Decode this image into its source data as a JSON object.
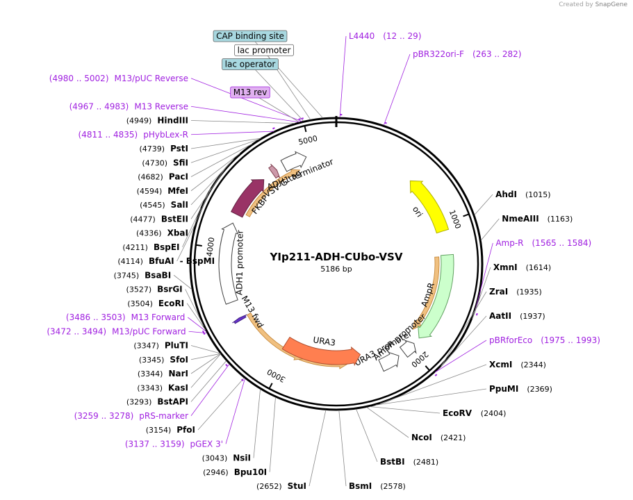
{
  "credit": {
    "created_by": "Created by",
    "brand": "SnapGene"
  },
  "plasmid": {
    "name": "YIp211-ADH-CUbo-VSV",
    "length_label": "5186 bp",
    "length": 5186
  },
  "ticks": [
    {
      "label": "1000",
      "pos": 1000
    },
    {
      "label": "2000",
      "pos": 2000
    },
    {
      "label": "3000",
      "pos": 3000
    },
    {
      "label": "4000",
      "pos": 4000
    },
    {
      "label": "5000",
      "pos": 5000
    }
  ],
  "features": [
    {
      "name": "ori",
      "start": 600,
      "end": 1050,
      "color": "#ffff00",
      "stroke": "#b0b000",
      "ring": "inner",
      "dir": "ccw"
    },
    {
      "name": "AmpR",
      "start": 1230,
      "end": 1900,
      "color": "#ccffcc",
      "stroke": "#60a060",
      "ring": "inner",
      "dir": "cw"
    },
    {
      "name": "AmpR promoter",
      "start": 1955,
      "end": 2055,
      "color": "#ffffff",
      "stroke": "#404040",
      "ring": "inner",
      "dir": "ccw"
    },
    {
      "name": "URA3 promoter",
      "start": 2100,
      "end": 2250,
      "color": "#ffffff",
      "stroke": "#404040",
      "ring": "inner",
      "dir": "ccw"
    },
    {
      "name": "URA3",
      "start": 2380,
      "end": 3060,
      "color": "#ff7f50",
      "stroke": "#b05030",
      "ring": "mid",
      "dir": "ccw"
    },
    {
      "name": "ADH1 promoter",
      "start": 3600,
      "end": 4200,
      "color": "#ffffff",
      "stroke": "#404040",
      "ring": "inner",
      "dir": "cw"
    },
    {
      "name": "FKBP",
      "start": 4270,
      "end": 4600,
      "color": "#993366",
      "stroke": "#602040",
      "ring": "inner",
      "dir": "cw"
    },
    {
      "name": "VSV-G tag",
      "start": 4680,
      "end": 4720,
      "color": "#cc99aa",
      "stroke": "#804050",
      "ring": "inner",
      "dir": "cw"
    },
    {
      "name": "ADH1 terminator",
      "start": 4780,
      "end": 4960,
      "color": "#ffffff",
      "stroke": "#404040",
      "ring": "inner",
      "dir": "cw"
    },
    {
      "name": "M13 fwd",
      "start": 3450,
      "end": 3470,
      "color": "#6633cc",
      "stroke": "#402080",
      "ring": "inner",
      "dir": "cw"
    }
  ],
  "orfs": [
    {
      "start": 1240,
      "end": 1880,
      "dir": "cw"
    },
    {
      "start": 2500,
      "end": 2900,
      "dir": "ccw"
    },
    {
      "start": 2870,
      "end": 3460,
      "dir": "ccw"
    },
    {
      "start": 4300,
      "end": 4880,
      "dir": "cw"
    }
  ],
  "sites": [
    {
      "name": "AhdI",
      "pos": "(1015)",
      "kind": "enzyme",
      "side": "right",
      "bp": 1015
    },
    {
      "name": "NmeAIII",
      "pos": "(1163)",
      "kind": "enzyme",
      "side": "right",
      "bp": 1163
    },
    {
      "name": "Amp-R",
      "pos": "(1565 .. 1584)",
      "kind": "primer",
      "side": "right",
      "bp": 1575
    },
    {
      "name": "XmnI",
      "pos": "(1614)",
      "kind": "enzyme",
      "side": "right",
      "bp": 1614
    },
    {
      "name": "ZraI",
      "pos": "(1935)",
      "kind": "enzyme",
      "side": "right",
      "bp": 1935
    },
    {
      "name": "AatII",
      "pos": "(1937)",
      "kind": "enzyme",
      "side": "right",
      "bp": 1937
    },
    {
      "name": "pBRforEco",
      "pos": "(1975 .. 1993)",
      "kind": "primer",
      "side": "right",
      "bp": 1984
    },
    {
      "name": "XcmI",
      "pos": "(2344)",
      "kind": "enzyme",
      "side": "right",
      "bp": 2344
    },
    {
      "name": "PpuMI",
      "pos": "(2369)",
      "kind": "enzyme",
      "side": "right",
      "bp": 2369
    },
    {
      "name": "EcoRV",
      "pos": "(2404)",
      "kind": "enzyme",
      "side": "right",
      "bp": 2404
    },
    {
      "name": "NcoI",
      "pos": "(2421)",
      "kind": "enzyme",
      "side": "right",
      "bp": 2421
    },
    {
      "name": "BstBI",
      "pos": "(2481)",
      "kind": "enzyme",
      "side": "right",
      "bp": 2481
    },
    {
      "name": "BsmI",
      "pos": "(2578)",
      "kind": "enzyme",
      "side": "right",
      "bp": 2578
    },
    {
      "name": "StuI",
      "pos": "(2652)",
      "kind": "enzyme",
      "side": "left",
      "bp": 2652
    },
    {
      "name": "Bpu10I",
      "pos": "(2946)",
      "kind": "enzyme",
      "side": "left",
      "bp": 2946
    },
    {
      "name": "NsiI",
      "pos": "(3043)",
      "kind": "enzyme",
      "side": "left",
      "bp": 3043
    },
    {
      "name": "PfoI",
      "pos": "(3154)",
      "kind": "enzyme",
      "side": "left",
      "bp": 3154
    },
    {
      "name": "pGEX 3'",
      "pos": "(3137 .. 3159)",
      "kind": "primer",
      "side": "left",
      "bp": 3148
    },
    {
      "name": "pRS-marker",
      "pos": "(3259 .. 3278)",
      "kind": "primer",
      "side": "left",
      "bp": 3268
    },
    {
      "name": "BstAPI",
      "pos": "(3293)",
      "kind": "enzyme",
      "side": "left",
      "bp": 3293
    },
    {
      "name": "KasI",
      "pos": "(3343)",
      "kind": "enzyme",
      "side": "left",
      "bp": 3343
    },
    {
      "name": "NarI",
      "pos": "(3344)",
      "kind": "enzyme",
      "side": "left",
      "bp": 3344
    },
    {
      "name": "SfoI",
      "pos": "(3345)",
      "kind": "enzyme",
      "side": "left",
      "bp": 3345
    },
    {
      "name": "PluTI",
      "pos": "(3347)",
      "kind": "enzyme",
      "side": "left",
      "bp": 3347
    },
    {
      "name": "M13/pUC Forward",
      "pos": "(3472 .. 3494)",
      "kind": "primer",
      "side": "left",
      "bp": 3483
    },
    {
      "name": "M13 Forward",
      "pos": "(3486 .. 3503)",
      "kind": "primer",
      "side": "left",
      "bp": 3494
    },
    {
      "name": "EcoRI",
      "pos": "(3504)",
      "kind": "enzyme",
      "side": "left",
      "bp": 3504
    },
    {
      "name": "BsrGI",
      "pos": "(3527)",
      "kind": "enzyme",
      "side": "left",
      "bp": 3527
    },
    {
      "name": "BsaBI",
      "pos": "(3745)",
      "kind": "enzyme",
      "side": "left",
      "bp": 3745
    },
    {
      "name": "BfuAI",
      "name2": "BspMI",
      "pos": "(4114)",
      "kind": "enzyme",
      "side": "left",
      "bp": 4114
    },
    {
      "name": "BspEI",
      "pos": "(4211)",
      "kind": "enzyme",
      "side": "left",
      "bp": 4211
    },
    {
      "name": "XbaI",
      "pos": "(4336)",
      "kind": "enzyme",
      "side": "left",
      "bp": 4336
    },
    {
      "name": "BstEII",
      "pos": "(4477)",
      "kind": "enzyme",
      "side": "left",
      "bp": 4477
    },
    {
      "name": "SalI",
      "pos": "(4545)",
      "kind": "enzyme",
      "side": "left",
      "bp": 4545
    },
    {
      "name": "MfeI",
      "pos": "(4594)",
      "kind": "enzyme",
      "side": "left",
      "bp": 4594
    },
    {
      "name": "PacI",
      "pos": "(4682)",
      "kind": "enzyme",
      "side": "left",
      "bp": 4682
    },
    {
      "name": "SfiI",
      "pos": "(4730)",
      "kind": "enzyme",
      "side": "left",
      "bp": 4730
    },
    {
      "name": "PstI",
      "pos": "(4739)",
      "kind": "enzyme",
      "side": "left",
      "bp": 4739
    },
    {
      "name": "pHybLex-R",
      "pos": "(4811 .. 4835)",
      "kind": "primer",
      "side": "left",
      "bp": 4823
    },
    {
      "name": "HindIII",
      "pos": "(4949)",
      "kind": "enzyme",
      "side": "left",
      "bp": 4949
    },
    {
      "name": "M13 rev",
      "pos": "",
      "kind": "box-purple",
      "side": "left",
      "bp": 4975
    },
    {
      "name": "M13 Reverse",
      "pos": "(4967 .. 4983)",
      "kind": "primer",
      "side": "left",
      "bp": 4975
    },
    {
      "name": "lac operator",
      "pos": "",
      "kind": "box-teal",
      "side": "left",
      "bp": 5000
    },
    {
      "name": "M13/pUC Reverse",
      "pos": "(4980 .. 5002)",
      "kind": "primer",
      "side": "left",
      "bp": 4991
    },
    {
      "name": "lac promoter",
      "pos": "",
      "kind": "box-white",
      "side": "left",
      "bp": 5040
    },
    {
      "name": "CAP binding site",
      "pos": "",
      "kind": "box-teal",
      "side": "left",
      "bp": 5110
    },
    {
      "name": "L4440",
      "pos": "(12 .. 29)",
      "kind": "primer",
      "side": "top",
      "bp": 20
    },
    {
      "name": "pBR322ori-F",
      "pos": "(263 .. 282)",
      "kind": "primer",
      "side": "top",
      "bp": 272
    }
  ],
  "colors": {
    "primer": "#a020e0",
    "box_teal": "#a8d8e0",
    "box_purple": "#e0b0f0",
    "orf": "#f0c080",
    "orf_green": "#60a020"
  }
}
